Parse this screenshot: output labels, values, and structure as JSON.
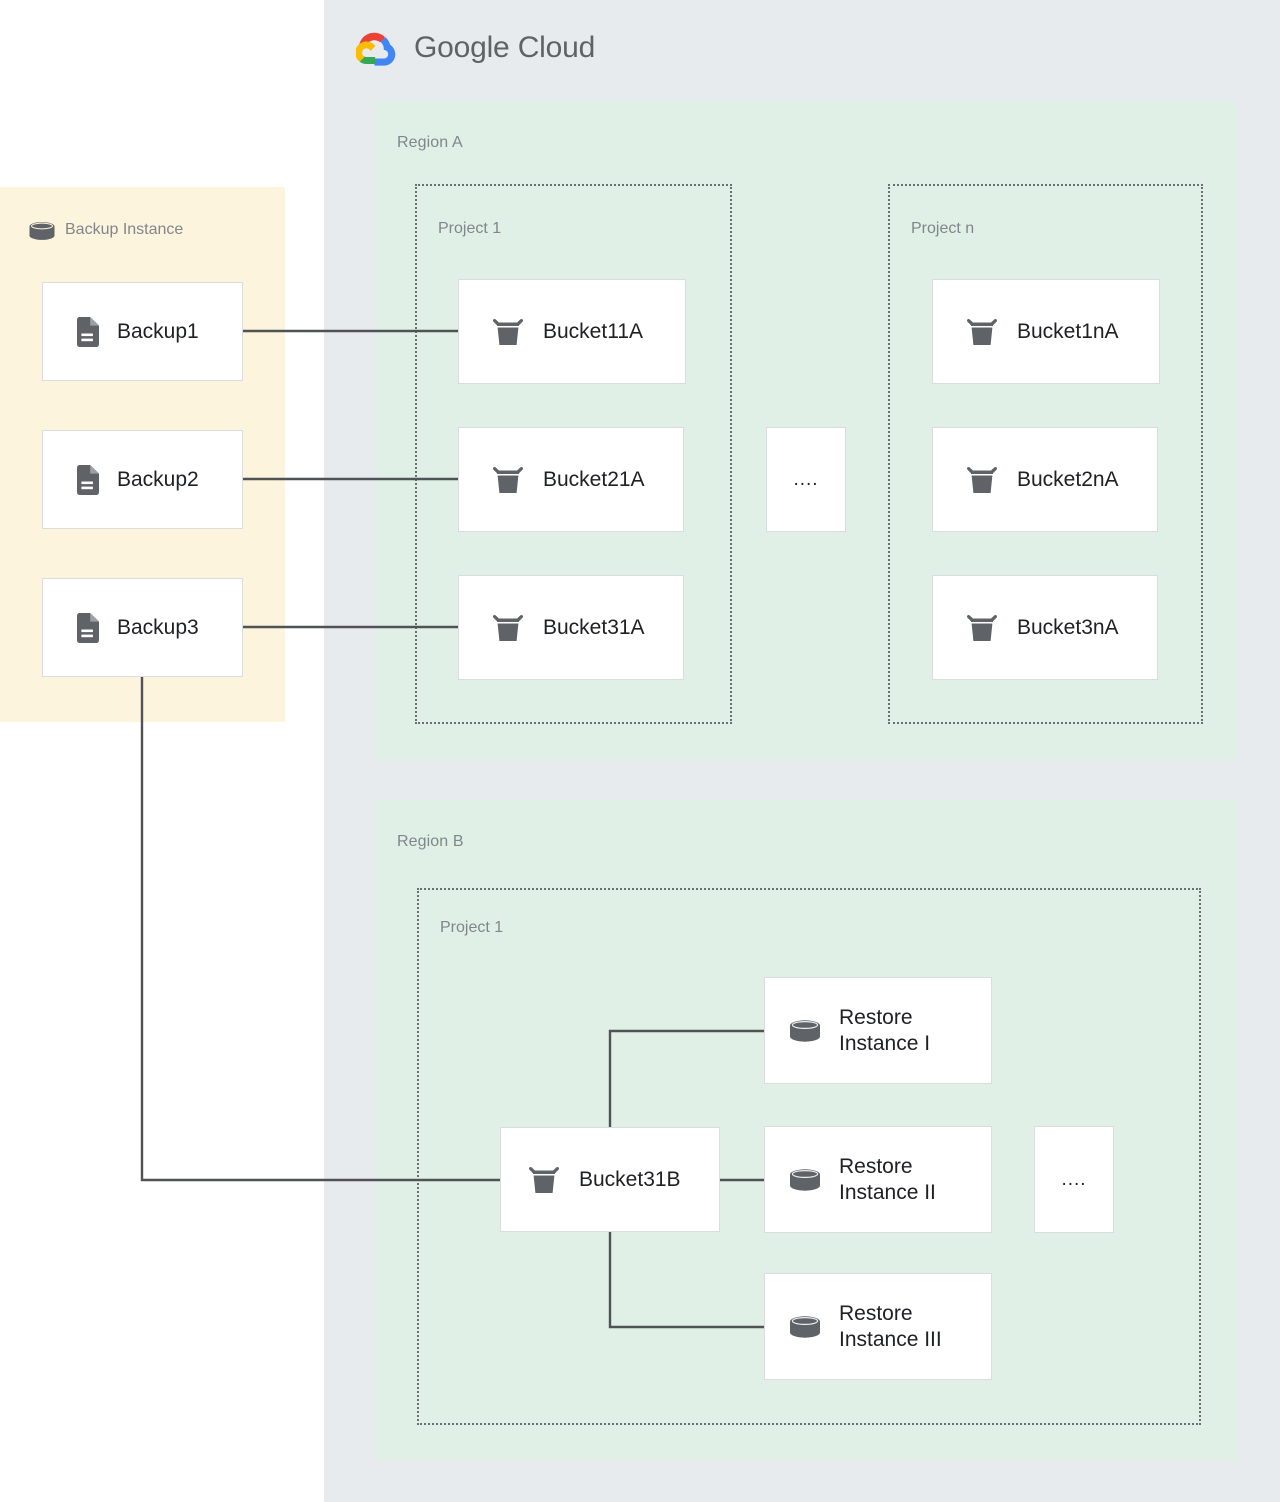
{
  "brand": {
    "name_bold": "Google",
    "name_light": "Cloud",
    "logo_icon": "google-cloud-logo-icon",
    "colors": {
      "red": "#ea4335",
      "yellow": "#fbbc04",
      "green": "#34a853",
      "blue": "#4285f4"
    }
  },
  "canvas": {
    "background": "#ffffff",
    "panel_background": "#e8ebed",
    "region_background": "#e0f0e6",
    "backup_panel_background": "#fdf4dd",
    "node_background": "#ffffff",
    "node_border": "#dadce0",
    "label_color": "#80868b",
    "text_color": "#202124",
    "connector_color": "#4f5355"
  },
  "backup_panel": {
    "title": "Backup Instance",
    "title_icon": "database-cylinder-icon",
    "items": [
      {
        "label": "Backup1",
        "icon": "document-icon"
      },
      {
        "label": "Backup2",
        "icon": "document-icon"
      },
      {
        "label": "Backup3",
        "icon": "document-icon"
      }
    ]
  },
  "regions": [
    {
      "label": "Region A",
      "projects": [
        {
          "label": "Project 1",
          "buckets": [
            {
              "label": "Bucket11A",
              "icon": "bucket-icon"
            },
            {
              "label": "Bucket21A",
              "icon": "bucket-icon"
            },
            {
              "label": "Bucket31A",
              "icon": "bucket-icon"
            }
          ]
        },
        {
          "label": "Project n",
          "buckets": [
            {
              "label": "Bucket1nA",
              "icon": "bucket-icon"
            },
            {
              "label": "Bucket2nA",
              "icon": "bucket-icon"
            },
            {
              "label": "Bucket3nA",
              "icon": "bucket-icon"
            }
          ]
        }
      ],
      "ellipsis": "...."
    },
    {
      "label": "Region B",
      "projects": [
        {
          "label": "Project 1",
          "buckets": [
            {
              "label": "Bucket31B",
              "icon": "bucket-icon"
            }
          ],
          "restore_instances": [
            {
              "label": "Restore\nInstance I",
              "icon": "database-cylinder-icon"
            },
            {
              "label": "Restore\nInstance II",
              "icon": "database-cylinder-icon"
            },
            {
              "label": "Restore\nInstance III",
              "icon": "database-cylinder-icon"
            }
          ]
        }
      ],
      "ellipsis": "...."
    }
  ]
}
